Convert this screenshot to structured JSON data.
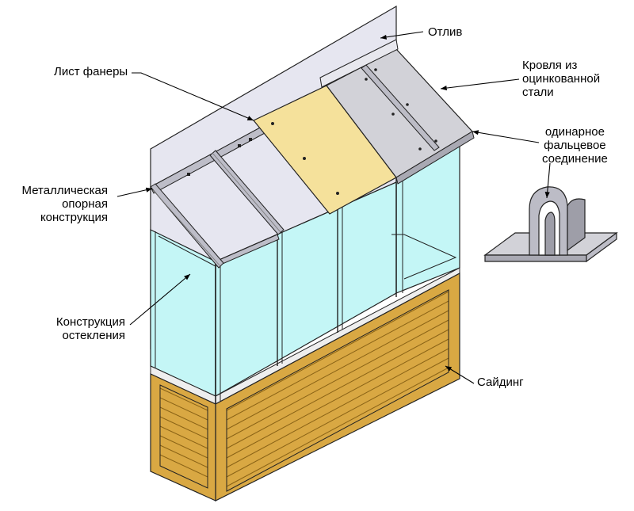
{
  "diagram": {
    "labels": {
      "otliv": "Отлив",
      "list_fanery": "Лист фанеры",
      "krovlya_l1": "Кровля из",
      "krovlya_l2": "оцинкованной",
      "krovlya_l3": "стали",
      "falc_l1": "одинарное",
      "falc_l2": "фальцевое",
      "falc_l3": "соединение",
      "metall_l1": "Металлическая",
      "metall_l2": "опорная",
      "metall_l3": "конструкция",
      "osteklenie_l1": "Конструкция",
      "osteklenie_l2": "остекления",
      "siding": "Сайдинг"
    },
    "colors": {
      "wall": "#e6e6f0",
      "glass": "#c4f6f6",
      "frame": "#eeeeee",
      "siding": "#d9a843",
      "siding_dark": "#b8862a",
      "plywood": "#f5e19b",
      "steel": "#d2d2d8",
      "steel_dark": "#a9a9b3",
      "beam": "#bdbdc8"
    }
  }
}
